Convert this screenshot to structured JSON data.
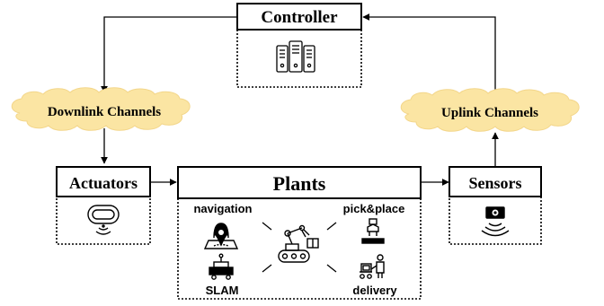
{
  "nodes": {
    "controller": "Controller",
    "actuators": "Actuators",
    "plants": "Plants",
    "sensors": "Sensors"
  },
  "channels": {
    "downlink": "Downlink Channels",
    "uplink": "Uplink Channels"
  },
  "applications": {
    "navigation": "navigation",
    "pick_place": "pick&place",
    "slam": "SLAM",
    "delivery": "delivery"
  },
  "icons": {
    "controller": "server-rack-icon",
    "actuators": "wireless-actuator-icon",
    "sensors": "wireless-sensor-icon",
    "plants": "robot-arm-icon",
    "navigation": "map-pin-icon",
    "pick_place": "robot-gripper-icon",
    "slam": "mobile-robot-icon",
    "delivery": "delivery-cart-icon"
  },
  "colors": {
    "cloud_fill": "#fbe5a3"
  }
}
